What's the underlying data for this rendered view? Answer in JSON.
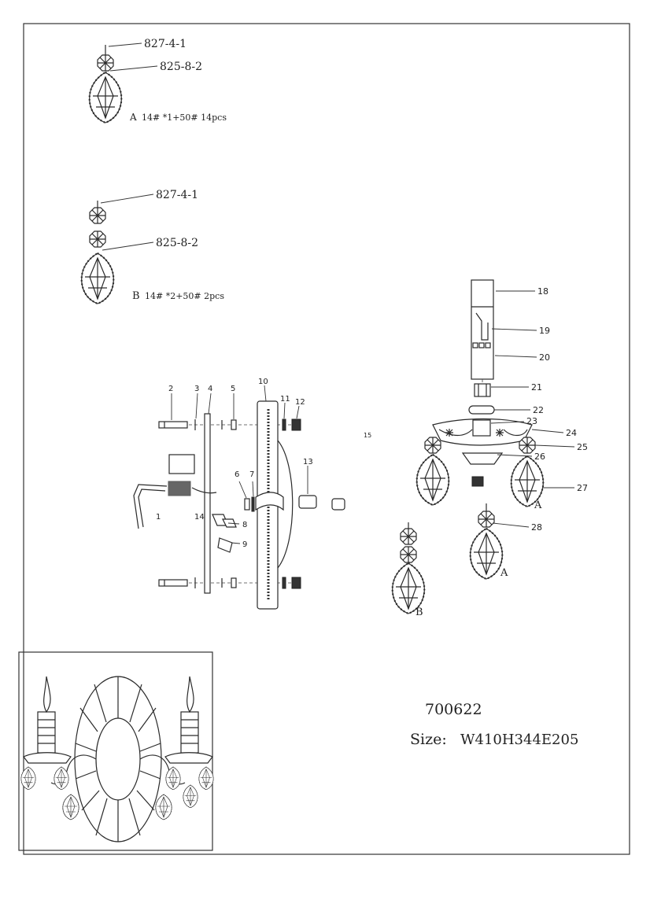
{
  "pendant_a": {
    "part_top": "827-4-1",
    "part_bottom": "825-8-2",
    "spec_letter": "A",
    "spec": "14# *1+50# 14pcs"
  },
  "pendant_b": {
    "part_top": "827-4-1",
    "part_bottom": "825-8-2",
    "spec_letter": "B",
    "spec": "14# *2+50#  2pcs"
  },
  "callouts": [
    {
      "id": "n1",
      "text": "1"
    },
    {
      "id": "n2",
      "text": "2"
    },
    {
      "id": "n3",
      "text": "3"
    },
    {
      "id": "n4",
      "text": "4"
    },
    {
      "id": "n5",
      "text": "5"
    },
    {
      "id": "n6",
      "text": "6"
    },
    {
      "id": "n7",
      "text": "7"
    },
    {
      "id": "n8",
      "text": "8"
    },
    {
      "id": "n9",
      "text": "9"
    },
    {
      "id": "n10",
      "text": "10"
    },
    {
      "id": "n11",
      "text": "11"
    },
    {
      "id": "n12",
      "text": "12"
    },
    {
      "id": "n13",
      "text": "13"
    },
    {
      "id": "n14",
      "text": "14"
    },
    {
      "id": "n15",
      "text": "15"
    },
    {
      "id": "n18",
      "text": "18"
    },
    {
      "id": "n19",
      "text": "19"
    },
    {
      "id": "n20",
      "text": "20"
    },
    {
      "id": "n21",
      "text": "21"
    },
    {
      "id": "n22",
      "text": "22"
    },
    {
      "id": "n23",
      "text": "23"
    },
    {
      "id": "n24",
      "text": "24"
    },
    {
      "id": "n25",
      "text": "25"
    },
    {
      "id": "n26",
      "text": "26"
    },
    {
      "id": "n27",
      "text": "27"
    },
    {
      "id": "n28",
      "text": "28"
    }
  ],
  "crystal_letters": {
    "right_a": "A",
    "lower_a": "A",
    "lower_b": "B"
  },
  "product": {
    "model": "700622",
    "size_label": "Size:",
    "size_value": "W410H344E205"
  }
}
